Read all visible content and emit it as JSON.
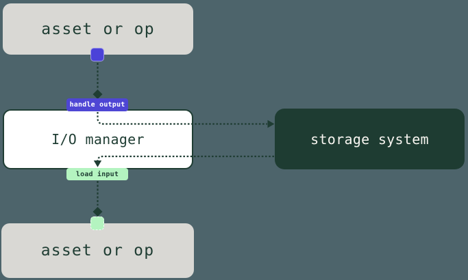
{
  "diagram": {
    "title": "io-manager-flow",
    "background_color": "#4d646b",
    "connector_color": "#1f3d33",
    "connector_style": "dotted",
    "nodes": [
      {
        "id": "asset-top",
        "label": "asset or op",
        "bg": "#d9d8d4",
        "text_color": "#1f3d33"
      },
      {
        "id": "io-manager",
        "label": "I/O manager",
        "bg": "#ffffff",
        "text_color": "#1f3d33"
      },
      {
        "id": "storage-system",
        "label": "storage system",
        "bg": "#1e3c32",
        "text_color": "#f7f5f0"
      },
      {
        "id": "asset-bottom",
        "label": "asset or op",
        "bg": "#d9d8d4",
        "text_color": "#1f3d33"
      }
    ],
    "badges": [
      {
        "id": "handle-output",
        "label": "handle output",
        "bg": "#4e46d4",
        "text_color": "#ffffff"
      },
      {
        "id": "load-input",
        "label": "load input",
        "bg": "#b4f4c0",
        "text_color": "#1f3d33"
      }
    ],
    "ports": [
      {
        "id": "output-port",
        "color": "#4b42d8"
      },
      {
        "id": "input-port",
        "color": "#b4f4c0"
      }
    ]
  }
}
